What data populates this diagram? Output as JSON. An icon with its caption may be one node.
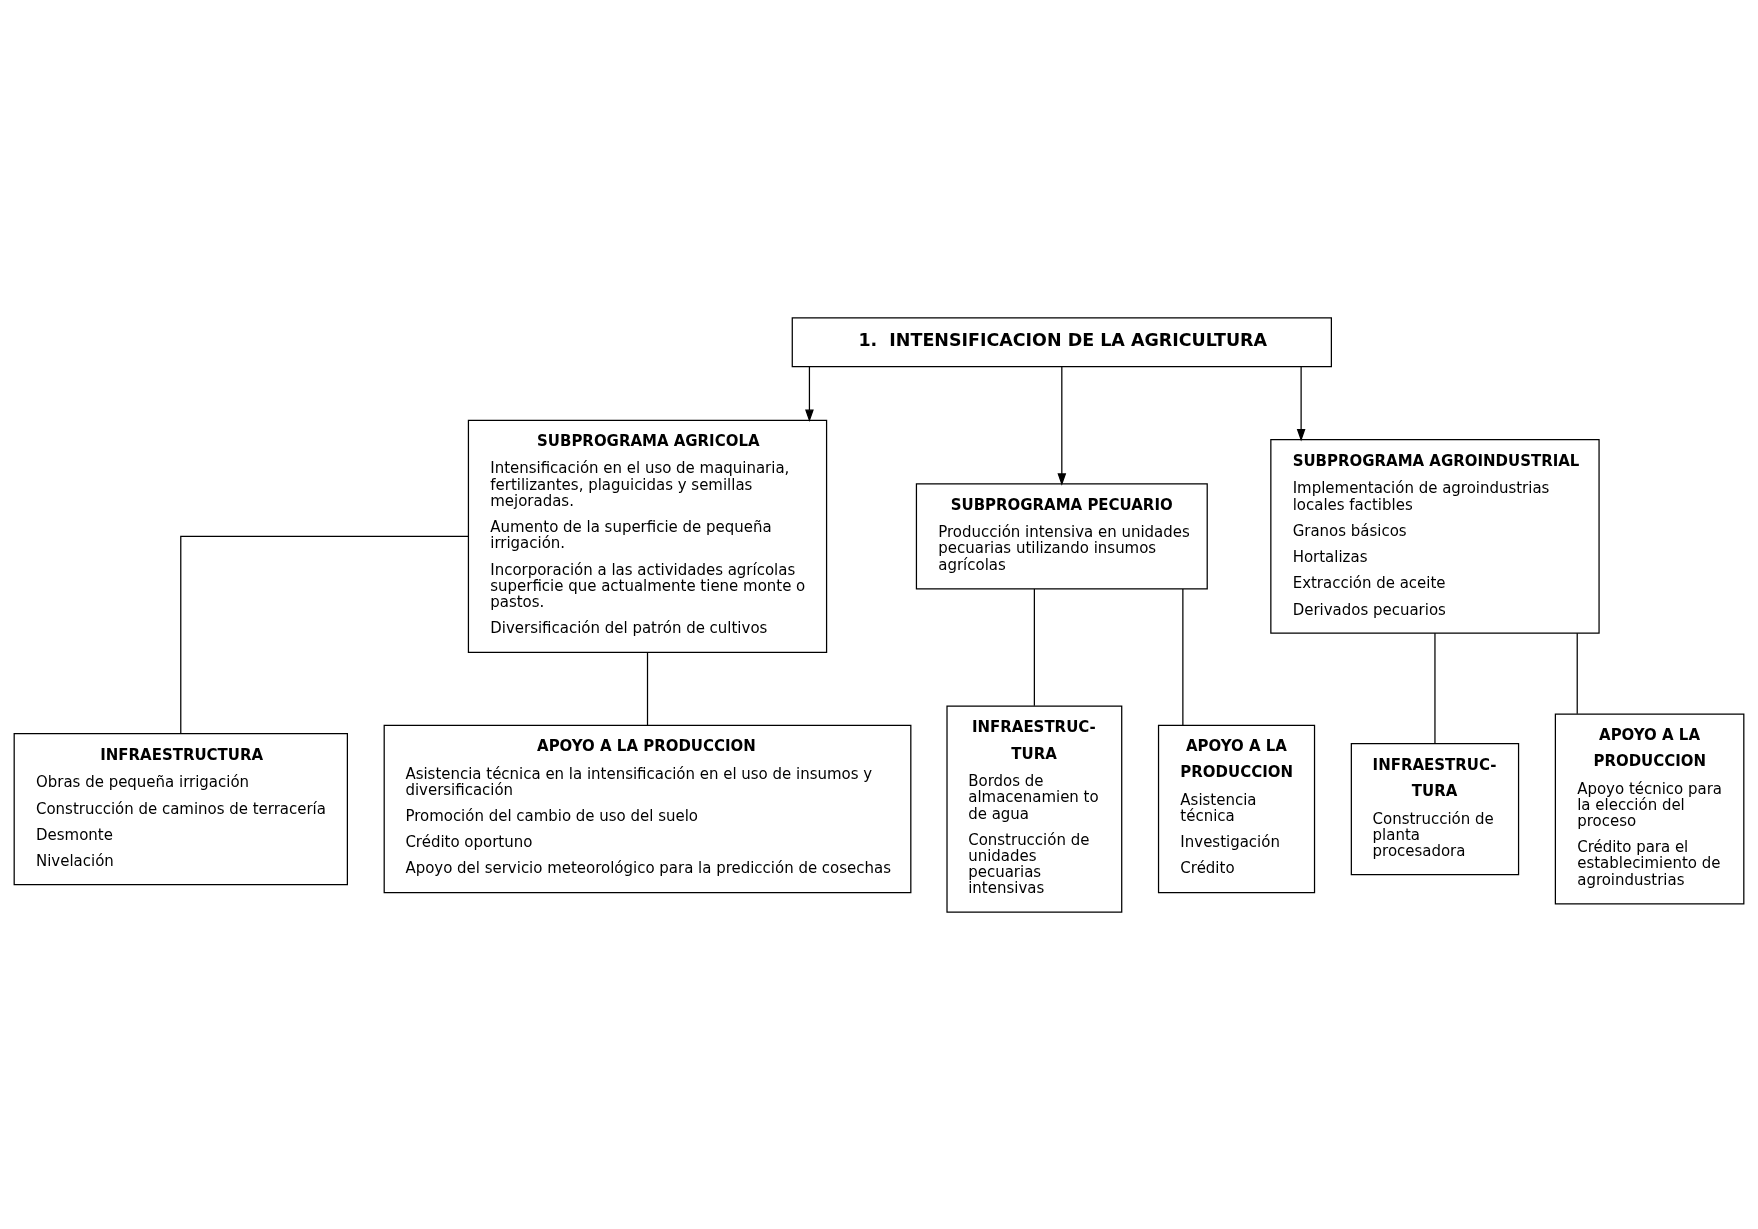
{
  "diagram": {
    "nodes": [
      {
        "text": [
          "1.  INTENSIFICACION DE LA AGRICULTURA"
        ]
      },
      {
        "text": [
          "SUBPROGRAMA AGRICOLA",
          "Intensificación en el uso de maquinaria, fertilizantes, plaguicidas y semillas mejoradas.",
          "Aumento de la superficie de pequeña irrigación.",
          "Incorporación a las actividades agrícolas superficie que actualmente tiene monte o pastos.",
          "Diversificación del patrón de cultivos"
        ]
      },
      {
        "text": [
          "SUBPROGRAMA PECUARIO",
          "Producción intensiva en unidades pecuarias utilizando insumos agrícolas"
        ]
      },
      {
        "text": [
          "SUBPROGRAMA AGROINDUSTRIAL",
          "Implementación de agroindustrias locales factibles",
          "Granos básicos",
          "Hortalizas",
          "Extracción de aceite",
          "Derivados pecuarios"
        ]
      },
      {
        "text": [
          "INFRAESTRUC- TURA",
          "Bordos de almacenamien to de agua",
          "Construcción de unidades pecuarias intensivas"
        ]
      },
      {
        "text": [
          "APOYO A LA PRODUCCION",
          "Asistencia técnica",
          "Investigación",
          "Crédito"
        ]
      },
      {
        "text": [
          "INFRAESTRUC- TURA",
          "Construcción de planta procesadora"
        ]
      },
      {
        "text": [
          "APOYO A LA PRODUCCION",
          "Apoyo técnico para la elección del proceso",
          "Crédito para el establecimiento de agroindustrias"
        ]
      },
      {
        "text": [
          "INFRAESTRUCTURA",
          "Obras de pequeña irrigación",
          "Construcción de caminos de terracería",
          "Desmonte",
          "Nivelación"
        ]
      },
      {
        "text": [
          "APOYO A LA PRODUCCION",
          "Asistencia técnica en la intensificación en el uso de insumos y diversificación",
          "Promoción del cambio de uso del suelo",
          "Crédito oportuno",
          "Apoyo del servicio meteorológico para la predicción de cosechas"
        ]
      }
    ],
    "edges": [
      {
        "from": 0,
        "to": 1,
        "arrow": "to"
      },
      {
        "from": 0,
        "to": 2,
        "arrow": "to"
      },
      {
        "from": 0,
        "to": 3,
        "arrow": "to"
      },
      {
        "from": 2,
        "to": 4,
        "arrow": "none"
      },
      {
        "from": 2,
        "to": 5,
        "arrow": "none"
      },
      {
        "from": 3,
        "to": 6,
        "arrow": "none"
      },
      {
        "from": 3,
        "to": 7,
        "arrow": "none"
      },
      {
        "from": 1,
        "to": 8,
        "arrow": "none"
      },
      {
        "from": 1,
        "to": 9,
        "arrow": "none"
      }
    ]
  }
}
